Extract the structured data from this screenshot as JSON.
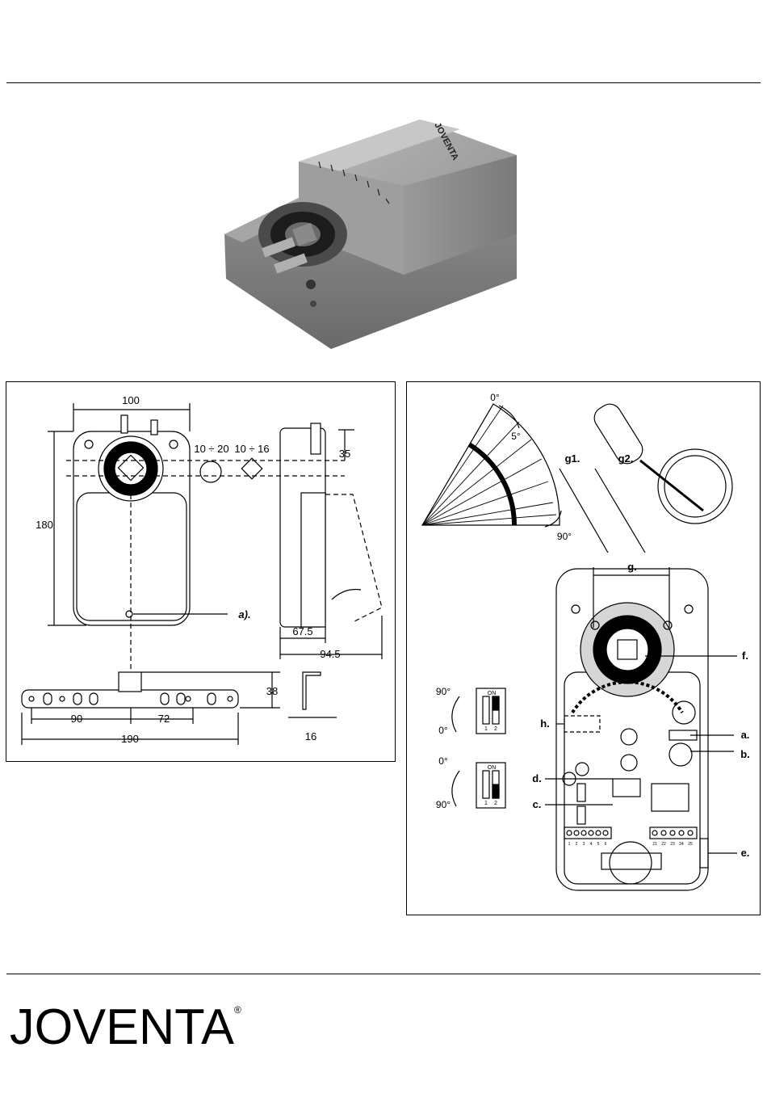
{
  "brand": {
    "name": "JOVENTA",
    "registered": "®",
    "device_label": "JOVENTA"
  },
  "dimensions_panel": {
    "width_100": "100",
    "height_180": "180",
    "shaft_round": "10 ÷ 20",
    "shaft_square": "10 ÷ 16",
    "side_35": "35",
    "depth_67_5": "67.5",
    "depth_94_5": "94.5",
    "label_a": "a).",
    "bracket_38": "38",
    "bracket_90": "90",
    "bracket_72": "72",
    "bracket_190": "190",
    "bracket_16": "16"
  },
  "settings_panel": {
    "angle_0": "0°",
    "angle_5": "5°",
    "angle_90": "90°",
    "label_g1": "g1.",
    "label_g2": "g2.",
    "label_g": "g.",
    "label_f": "f.",
    "label_h": "h.",
    "label_d": "d.",
    "label_c": "c.",
    "label_a": "a.",
    "label_b": "b.",
    "label_e": "e.",
    "dip_top": {
      "top": "90°",
      "bottom": "0°",
      "on": "ON",
      "n1": "1",
      "n2": "2"
    },
    "dip_bottom": {
      "top": "0°",
      "bottom": "90°",
      "on": "ON",
      "n1": "1",
      "n2": "2"
    },
    "terminals_left": [
      "1",
      "2",
      "3",
      "4",
      "5",
      "6"
    ],
    "terminals_right": [
      "21",
      "22",
      "23",
      "24",
      "25"
    ]
  }
}
